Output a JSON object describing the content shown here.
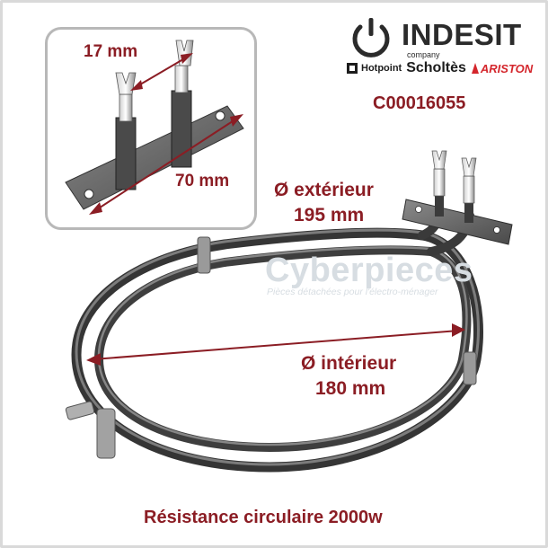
{
  "brand": {
    "main_name": "INDESIT",
    "company_word": "company",
    "sub_brands": [
      "Hotpoint",
      "Scholtès",
      "ARISTON"
    ]
  },
  "part_number": "C00016055",
  "inset": {
    "dim_spacing": "17 mm",
    "dim_length": "70 mm"
  },
  "dimensions": {
    "outer_line1": "Ø extérieur",
    "outer_line2": "195 mm",
    "inner_line1": "Ø intérieur",
    "inner_line2": "180 mm"
  },
  "caption": "Résistance circulaire 2000w",
  "watermark": {
    "name": "Cyberpieces",
    "tagline": "Pièces détachées pour l'électro-ménager"
  },
  "colors": {
    "label_text": "#8b1d24",
    "arrow": "#8b1d24",
    "element_body": "#5b5b5b",
    "ariston_red": "#d4262c"
  }
}
